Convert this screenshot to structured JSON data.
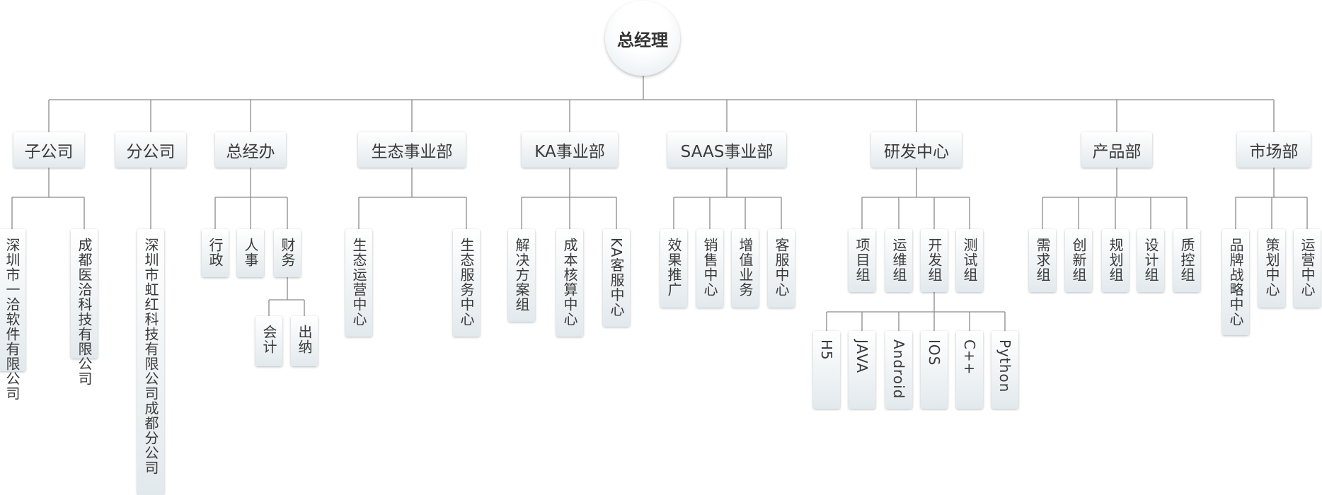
{
  "root": "总经理",
  "departments": [
    {
      "name": "子公司",
      "children": [
        "深圳市一洽软件有限公司",
        "成都医洽科技有限公司"
      ]
    },
    {
      "name": "分公司",
      "children": [
        "深圳市虹红科技有限公司成都分公司"
      ]
    },
    {
      "name": "总经办",
      "children": [
        "行政",
        "人事",
        "财务"
      ],
      "sub": {
        "财务": [
          "会计",
          "出纳"
        ]
      }
    },
    {
      "name": "生态事业部",
      "children": [
        "生态运营中心",
        "生态服务中心"
      ]
    },
    {
      "name": "KA事业部",
      "children": [
        "解决方案组",
        "成本核算中心",
        "KA客服中心"
      ]
    },
    {
      "name": "SAAS事业部",
      "children": [
        "效果推广",
        "销售中心",
        "增值业务",
        "客服中心"
      ]
    },
    {
      "name": "研发中心",
      "children": [
        "项目组",
        "运维组",
        "开发组",
        "测试组"
      ],
      "sub": {
        "开发组": [
          "H5",
          "JAVA",
          "Android",
          "IOS",
          "C++",
          "Python"
        ]
      }
    },
    {
      "name": "产品部",
      "children": [
        "需求组",
        "创新组",
        "规划组",
        "设计组",
        "质控组"
      ]
    },
    {
      "name": "市场部",
      "children": [
        "品牌战略中心",
        "策划中心",
        "运营中心"
      ]
    }
  ]
}
